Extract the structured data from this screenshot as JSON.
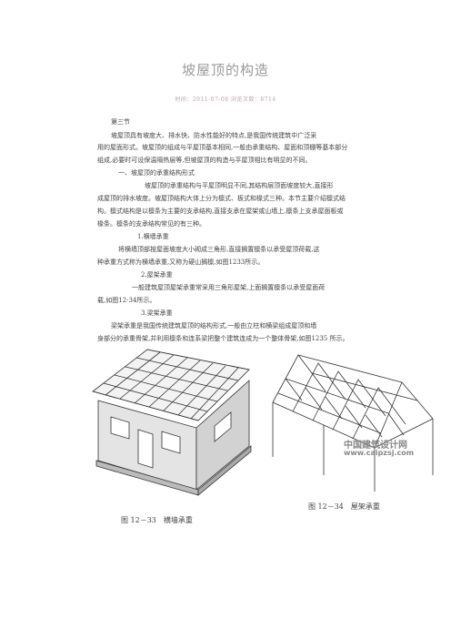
{
  "title": "坡屋顶的构造",
  "meta": "时间：2011-07-08 浏览次数：8714",
  "lines": [
    "第三节",
    "坡屋顶具有坡度大、排水快、防水性能好的特点,是我国传统建筑中广泛采",
    "用的屋面形式。坡屋顶的组成与平屋顶基本相同,一般由承重结构、屋面和顶棚等基本部分",
    "组成,必要时可设保温隔热层等,但坡屋顶的构造与平屋顶相比有明显的不同。",
    "一、坡屋顶的承重结构形式",
    "坡屋顶的承重结构与平屋顶明显不同,其结构层顶面坡度较大,直接形",
    "成屋顶的排水坡度。坡屋顶结构大体上分为檩式、板式和椽式三种。本节主要介绍檩式结",
    "构。檩式结构是以檩条为主要的支承结构,直接支承在屋架或山墙上,檩条上支承屋面板或",
    "椽条。檩条的支承结构常见的有三种。",
    "1.横墙承重",
    "将横墙顶部按屋面坡度大小砌成三角形,直接搁置檩条以承受屋顶荷载,这",
    "种承重方式称为横墙承重,又称为硬山搁檩,如图1233所示。",
    "2.屋架承重",
    "一般建筑屋顶屋架承重常采用三角形屋架,上面搁置檩条以承受屋面荷",
    "载,如图12-34所示。",
    "3.梁架承重",
    "梁架承重是我国传统建筑屋顶的结构形式,一般由立柱和横梁组成屋顶和墙",
    "身部分的承重骨架,并利用檩条和连系梁把整个建筑连成为一个整体骨架,如图1235 所示。"
  ],
  "figures": {
    "left_caption": "图 12－33　横墙承重",
    "right_caption": "图 12－34　屋架承重",
    "watermark_cn": "中国建筑设计网",
    "watermark_url": "www.caipzsj.com"
  }
}
